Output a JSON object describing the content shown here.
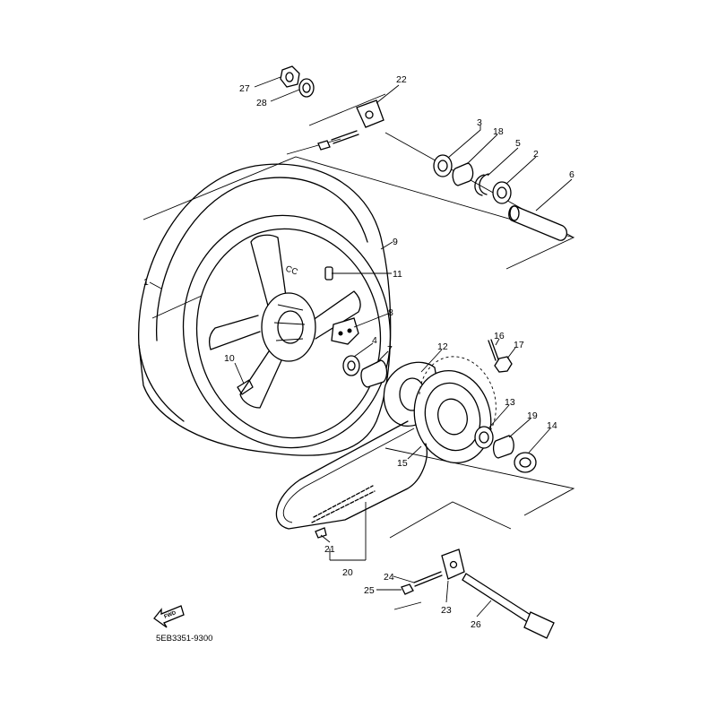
{
  "diagram_code": "5EB3351-9300",
  "fwd_label": "FWD",
  "wheel_text": "CC",
  "callouts": {
    "c1": "1",
    "c2": "2",
    "c3": "3",
    "c4": "4",
    "c5": "5",
    "c6": "6",
    "c7": "7",
    "c8": "8",
    "c9": "9",
    "c10": "10",
    "c11": "11",
    "c12": "12",
    "c13": "13",
    "c14": "14",
    "c15": "15",
    "c16": "16",
    "c17": "17",
    "c18": "18",
    "c19": "19",
    "c20": "20",
    "c21": "21",
    "c22": "22",
    "c23": "23",
    "c24": "24",
    "c25": "25",
    "c26": "26",
    "c27": "27",
    "c28": "28"
  }
}
